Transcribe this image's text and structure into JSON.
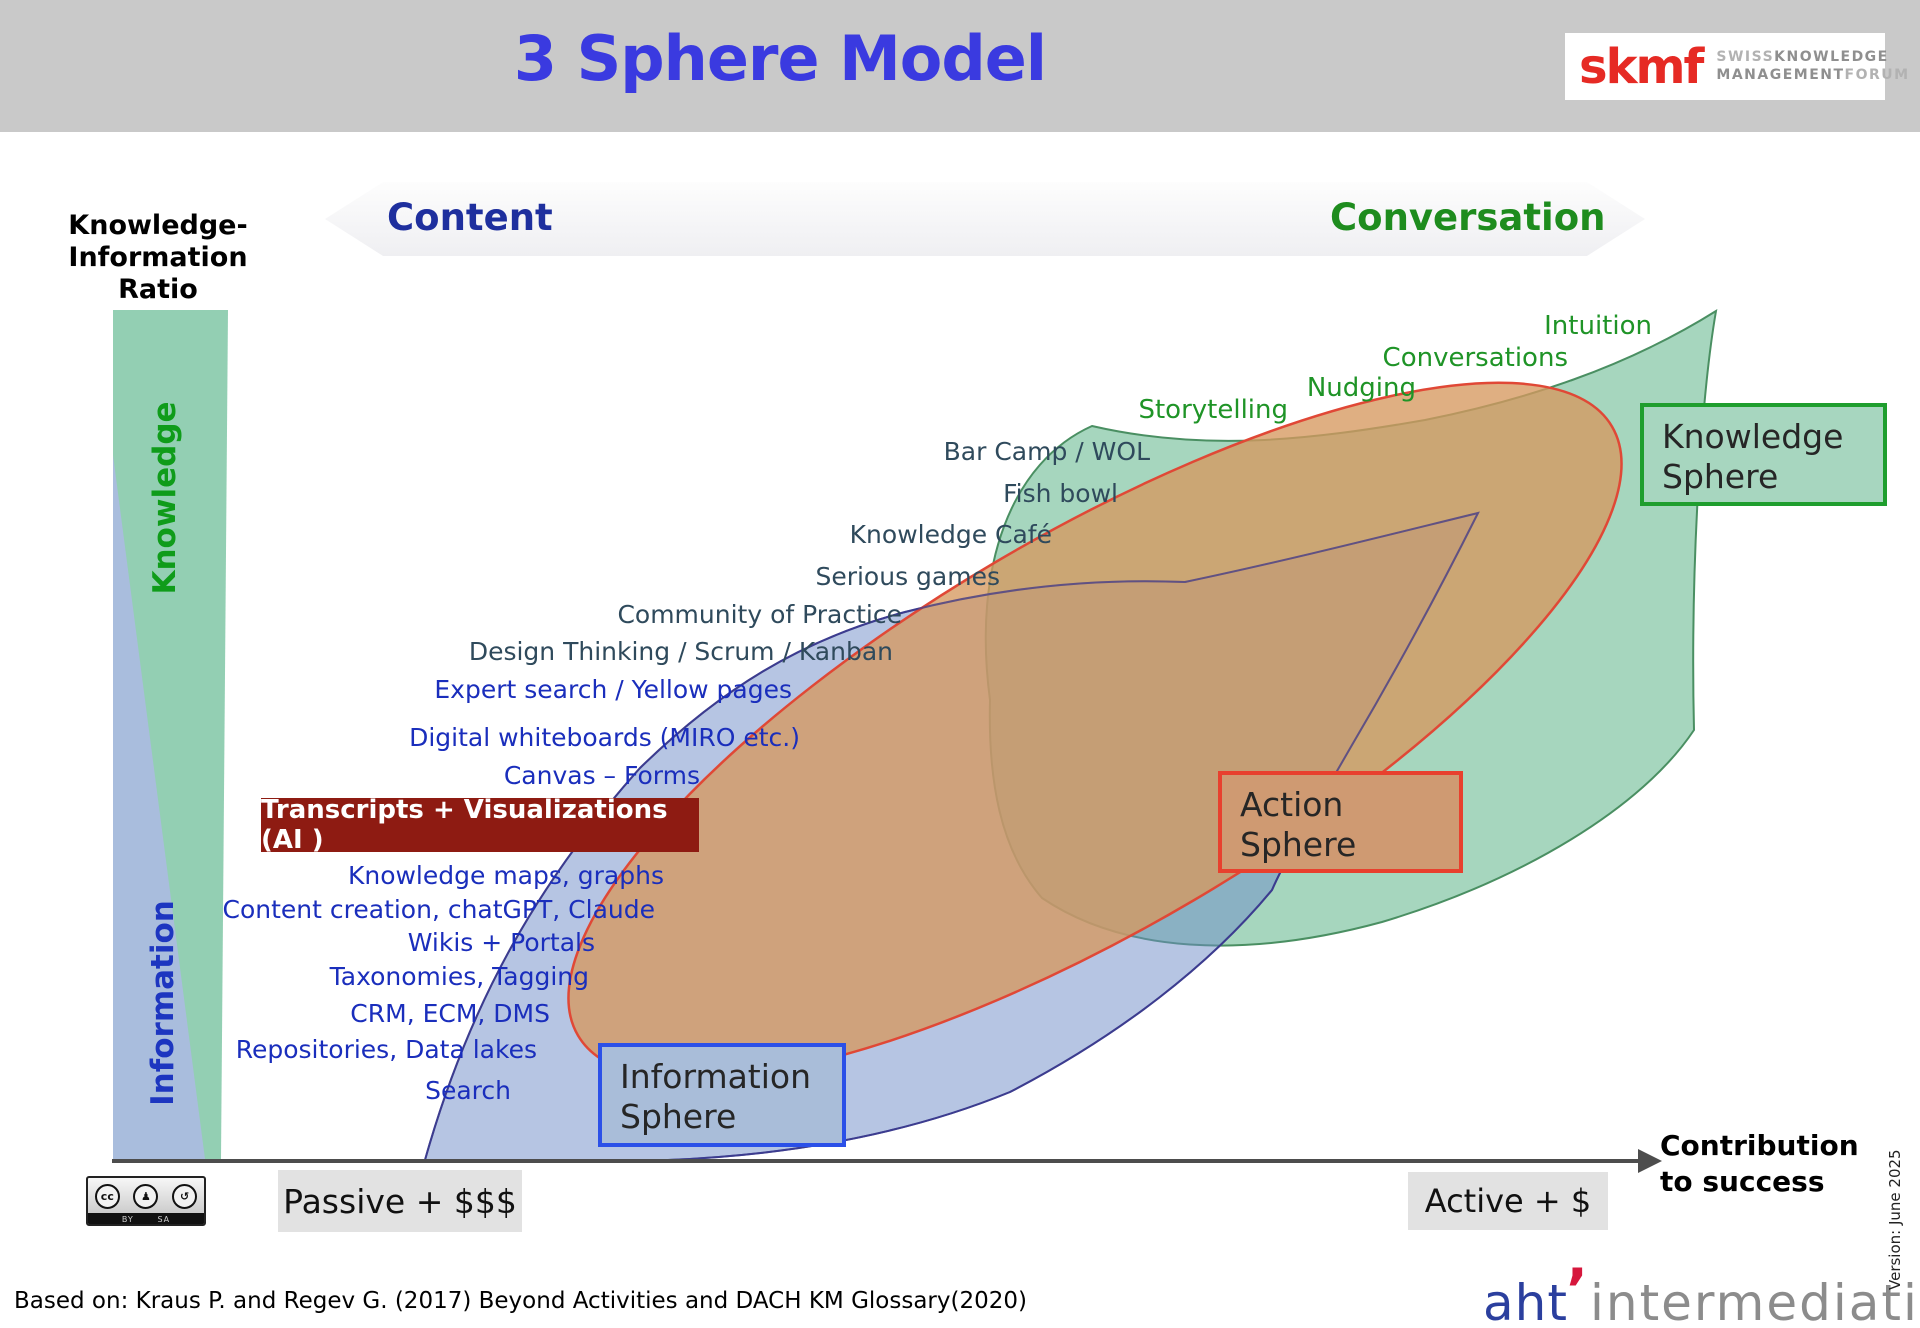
{
  "header": {
    "title": "3 Sphere Model",
    "logo": {
      "abbr": "skmf",
      "line1_light": "SWISS",
      "line1_bold": "KNOWLEDGE",
      "line2_bold": "MANAGEMENT",
      "line2_light": "FORUM"
    }
  },
  "banner": {
    "left": "Content",
    "right": "Conversation"
  },
  "ratio_axis": {
    "title_line1": "Knowledge-",
    "title_line2": "Information",
    "title_line3": "Ratio",
    "knowledge": "Knowledge",
    "information": "Information",
    "knowledge_color": "#0f9c1a",
    "information_color": "#1d36c0"
  },
  "method_labels": [
    {
      "text": "Bar Camp / WOL",
      "color": "slate"
    },
    {
      "text": "Fish bowl",
      "color": "slate"
    },
    {
      "text": "Knowledge Café",
      "color": "slate"
    },
    {
      "text": "Serious games",
      "color": "slate"
    },
    {
      "text": "Community of Practice",
      "color": "slate"
    },
    {
      "text": "Design Thinking / Scrum / Kanban",
      "color": "slate"
    },
    {
      "text": "Expert search / Yellow pages",
      "color": "blue"
    },
    {
      "text": "Digital whiteboards (MIRO etc.)",
      "color": "blue"
    },
    {
      "text": "Canvas – Forms",
      "color": "blue"
    },
    {
      "text": "Knowledge maps, graphs",
      "color": "blue"
    },
    {
      "text": "Content creation, chatGPT, Claude",
      "color": "blue"
    },
    {
      "text": "Wikis + Portals",
      "color": "blue"
    },
    {
      "text": "Taxonomies, Tagging",
      "color": "blue"
    },
    {
      "text": "CRM, ECM, DMS",
      "color": "blue"
    },
    {
      "text": "Repositories, Data lakes",
      "color": "blue"
    },
    {
      "text": "Search",
      "color": "blue"
    }
  ],
  "conversation_labels": [
    {
      "text": "Storytelling"
    },
    {
      "text": "Nudging"
    },
    {
      "text": "Conversations"
    },
    {
      "text": "Intuition"
    }
  ],
  "highlight": {
    "text": "Transcripts + Visualizations (AI )",
    "bg": "#8e1b12"
  },
  "spheres": {
    "knowledge": {
      "line1": "Knowledge",
      "line2": "Sphere",
      "border": "#1f9e2e",
      "fill": "#9ed3b8"
    },
    "action": {
      "line1": "Action",
      "line2": "Sphere",
      "border": "#e8402e",
      "fill": "#d6985f"
    },
    "information": {
      "line1": "Information",
      "line2": "Sphere",
      "border": "#2b50e8",
      "fill": "#6d8cc7"
    }
  },
  "x_axis": {
    "left_box": "Passive + $$$",
    "right_box": "Active + $",
    "arrow_label_line1": "Contribution",
    "arrow_label_line2": "to success"
  },
  "cc_badge": {
    "icon1": "cc",
    "icon2": "♟",
    "icon3": "↺",
    "strip_left": "BY",
    "strip_right": "SA"
  },
  "footer": {
    "based_on": "Based on: Kraus P. and Regev G. (2017) Beyond Activities and DACH KM Glossary(2020)",
    "version": "Version: June 2025",
    "logo_blue": "aht",
    "logo_apos": "’",
    "logo_gray": "intermediation"
  }
}
